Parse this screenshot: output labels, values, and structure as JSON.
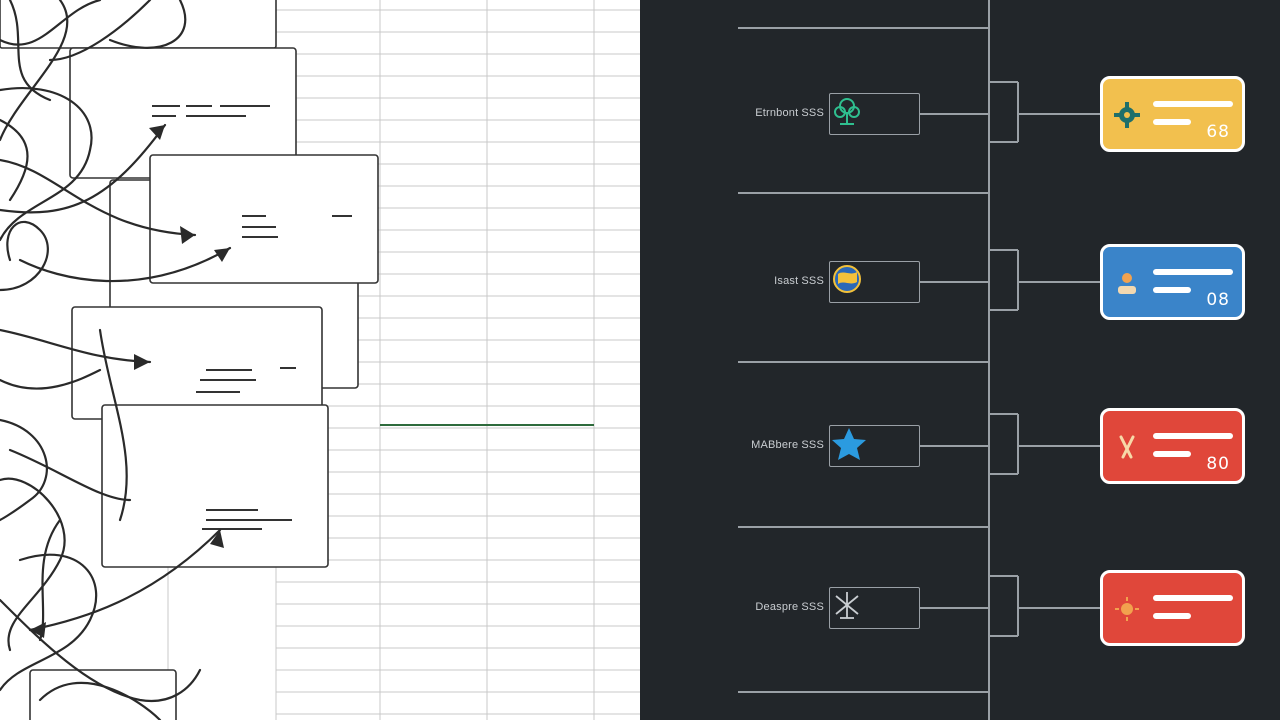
{
  "rows": [
    {
      "label": "Etrnbont",
      "num": "SSS",
      "card_code": "68",
      "card_color": "#f2c04e",
      "box_icon": "tree-icon",
      "card_icon": "gear-icon"
    },
    {
      "label": "Isast",
      "num": "SSS",
      "card_code": "08",
      "card_color": "#3a84c9",
      "box_icon": "globe-icon",
      "card_icon": "person-icon"
    },
    {
      "label": "MABbere",
      "num": "SSS",
      "card_code": "80",
      "card_color": "#e0473a",
      "box_icon": "star-icon",
      "card_icon": "tools-icon"
    },
    {
      "label": "Deaspre",
      "num": "SSS",
      "card_code": "",
      "card_color": "#e0473a",
      "box_icon": "burst-icon",
      "card_icon": "sun-icon"
    }
  ],
  "colors": {
    "dark_bg": "#22262a",
    "line": "#9aa0a6",
    "grid": "#c8c8c8"
  }
}
